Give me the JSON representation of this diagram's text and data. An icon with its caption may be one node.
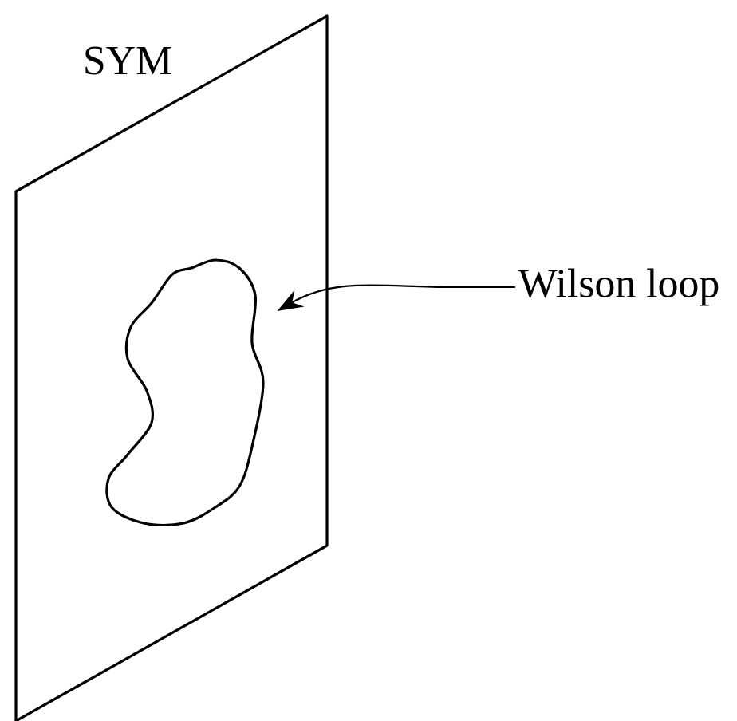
{
  "diagram": {
    "nodes": [
      {
        "text": [
          "SYM"
        ]
      },
      {
        "text": [],
        "shape": "loop",
        "in": 0
      },
      {
        "text": [
          "Wilson loop"
        ]
      }
    ],
    "edges": [
      {
        "from": 2,
        "to": 1,
        "arrow": "to"
      }
    ]
  }
}
